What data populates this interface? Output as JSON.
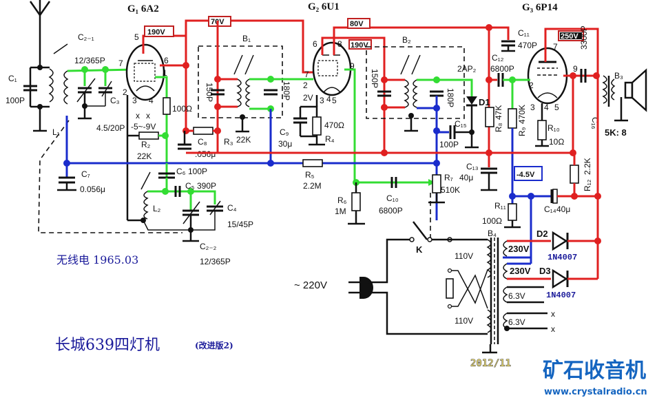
{
  "diagram": {
    "title": "长城639四灯机",
    "title_note": "(改进版2)",
    "source": "无线电 1965.03",
    "watermark": {
      "date": "2012/11",
      "site_name": "矿石收音机",
      "url": "www.crystalradio.cn"
    },
    "wire_colors": {
      "high_voltage": "#e02020",
      "signal": "#33dd33",
      "agc_bias": "#1a2ccc",
      "ground": "#111111"
    },
    "tubes": [
      {
        "id": "G1",
        "label": "G₁ 6A2",
        "pins": [
          "5",
          "6",
          "7",
          "1",
          "2",
          "3",
          "4"
        ]
      },
      {
        "id": "G2",
        "label": "G₂ 6U1",
        "pins": [
          "6",
          "8",
          "9",
          "7",
          "2",
          "3",
          "4",
          "5"
        ]
      },
      {
        "id": "G3",
        "label": "G₃ 6P14",
        "pins": [
          "7",
          "9",
          "2",
          "3",
          "4",
          "5"
        ]
      }
    ],
    "voltage_tags": [
      {
        "id": "v-g1-plate",
        "text": "190V"
      },
      {
        "id": "v-screen",
        "text": "70V"
      },
      {
        "id": "v-g2-plate",
        "text": "80V"
      },
      {
        "id": "v-g2-tri",
        "text": "190V"
      },
      {
        "id": "v-g3",
        "text": "250V"
      },
      {
        "id": "v-bias",
        "text": "-4.5V"
      },
      {
        "id": "v-g2-cathode",
        "text": "2V"
      },
      {
        "id": "v-g1-grid",
        "text": "-5~-9V"
      }
    ],
    "components": {
      "antenna": "antenna",
      "C1": {
        "name": "C₁",
        "value": "100P"
      },
      "C2_1": {
        "name": "C₂₋₁",
        "value": "12/365P"
      },
      "C3": {
        "name": "C₃",
        "value": "4.5/20P"
      },
      "L1": {
        "name": "L₁"
      },
      "R1": {
        "name": "R₁",
        "value": "100Ω"
      },
      "R2": {
        "name": "R₂",
        "value": "22K"
      },
      "C8": {
        "name": "C₈",
        "value": ".056μ"
      },
      "R3": {
        "name": "R₃",
        "value": "22K"
      },
      "B1": {
        "name": "B₁"
      },
      "B1_c1": {
        "value": "150P"
      },
      "B1_c2": {
        "value": "180P"
      },
      "C9": {
        "name": "C₉",
        "value": "30μ"
      },
      "R4": {
        "name": "R₄",
        "value": "470Ω"
      },
      "B2": {
        "name": "B₂"
      },
      "B2_c1": {
        "value": "150P"
      },
      "B2_c2": {
        "value": "180P"
      },
      "D1": {
        "name": "D1",
        "type": "2AP₂"
      },
      "C15": {
        "name": "C₁₅",
        "value": "100P"
      },
      "C11": {
        "name": "C₁₁",
        "value": "470P"
      },
      "C12": {
        "name": "C₁₂",
        "value": "6800P"
      },
      "R8": {
        "name": "R₈",
        "value": "47K"
      },
      "R9": {
        "name": "R₉",
        "value": "470K"
      },
      "R10": {
        "name": "R₁₀",
        "value": "10Ω"
      },
      "C16": {
        "name": "C₁₆",
        "value": "3300P"
      },
      "B3": {
        "name": "B₃",
        "ratio": "5K: 8"
      },
      "C7": {
        "name": "C₇",
        "value": "0.056μ"
      },
      "C6": {
        "name": "C₆",
        "value": "100P"
      },
      "C5": {
        "name": "C₅",
        "value": "390P"
      },
      "L2": {
        "name": "L₂"
      },
      "C4": {
        "name": "C₄",
        "value": "15/45P"
      },
      "C2_2": {
        "name": "C₂₋₂",
        "value": "12/365P"
      },
      "R5": {
        "name": "R₅",
        "value": "2.2M"
      },
      "R6": {
        "name": "R₆",
        "value": "1M"
      },
      "C10": {
        "name": "C₁₀",
        "value": "6800P"
      },
      "R7": {
        "name": "R₇",
        "value": "510K"
      },
      "C13": {
        "name": "C₁₃",
        "value": "40μ"
      },
      "R12": {
        "name": "R₁₂",
        "value": "2.2K"
      },
      "C14": {
        "name": "C₁₄",
        "value": "40μ"
      },
      "R11": {
        "name": "R₁₁",
        "value": "100Ω"
      },
      "B4": {
        "name": "B₄"
      },
      "K": {
        "name": "K"
      },
      "mains": {
        "value": "~ 220V"
      },
      "primary_1": {
        "value": "110V"
      },
      "primary_2": {
        "value": "110V"
      },
      "sec_hv1": {
        "value": "230V"
      },
      "sec_hv2": {
        "value": "230V"
      },
      "sec_fil1": {
        "value": "6.3V"
      },
      "sec_fil2": {
        "value": "6.3V"
      },
      "D2": {
        "name": "D2",
        "part": "1N4007"
      },
      "D3": {
        "name": "D3",
        "part": "1N4007"
      },
      "heater_mark": "x"
    }
  }
}
